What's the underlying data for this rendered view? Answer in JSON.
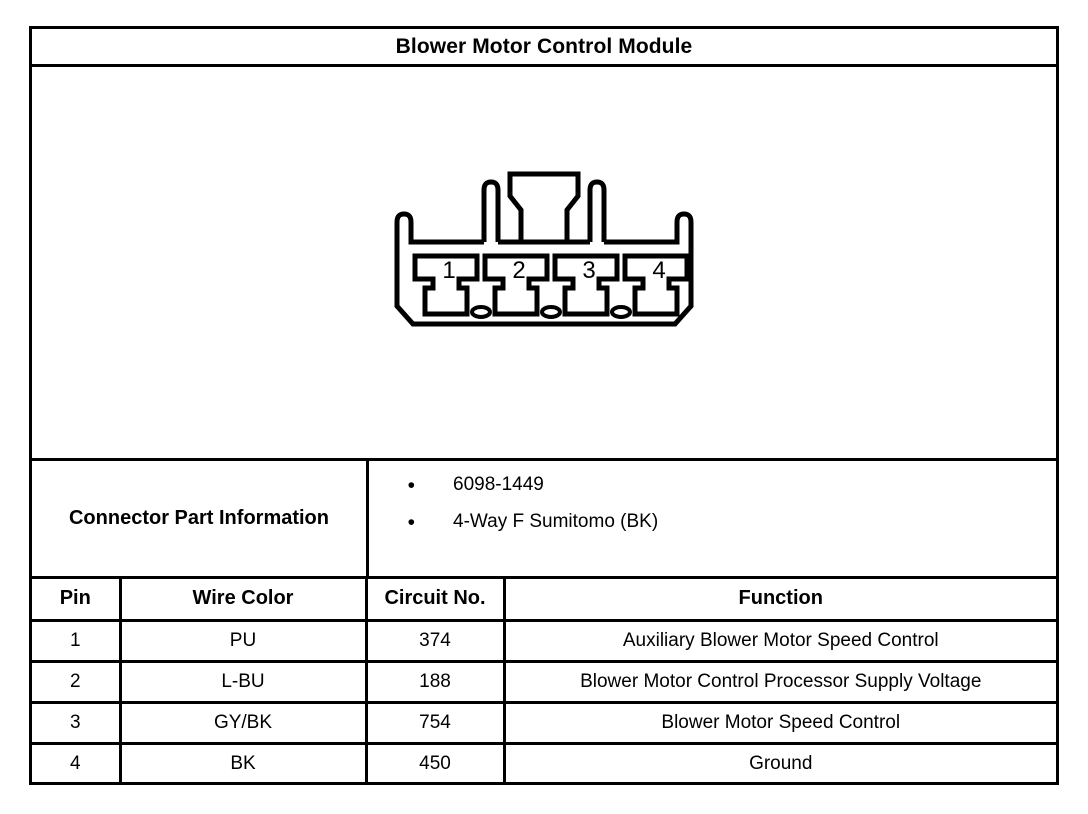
{
  "document": {
    "title": "Blower Motor Control Module"
  },
  "figure": {
    "name": "connector-face-view",
    "description": "4-Way female connector end view",
    "cavity_labels": [
      "1",
      "2",
      "3",
      "4"
    ],
    "cavity_count": 4,
    "keyway_holes": 3
  },
  "connector_part_information": {
    "label": "Connector Part Information",
    "bullet_glyph": "•",
    "items": [
      "6098-1449",
      "4-Way F Sumitomo (BK)"
    ]
  },
  "pin_table": {
    "headers": [
      "Pin",
      "Wire Color",
      "Circuit No.",
      "Function"
    ],
    "rows": [
      {
        "pin": "1",
        "wire_color": "PU",
        "circuit_no": "374",
        "function": "Auxiliary Blower Motor Speed Control"
      },
      {
        "pin": "2",
        "wire_color": "L-BU",
        "circuit_no": "188",
        "function": "Blower Motor Control Processor Supply Voltage"
      },
      {
        "pin": "3",
        "wire_color": "GY/BK",
        "circuit_no": "754",
        "function": "Blower Motor Speed Control"
      },
      {
        "pin": "4",
        "wire_color": "BK",
        "circuit_no": "450",
        "function": "Ground"
      }
    ]
  },
  "colors": {
    "line": "#000000",
    "background": "#ffffff"
  }
}
